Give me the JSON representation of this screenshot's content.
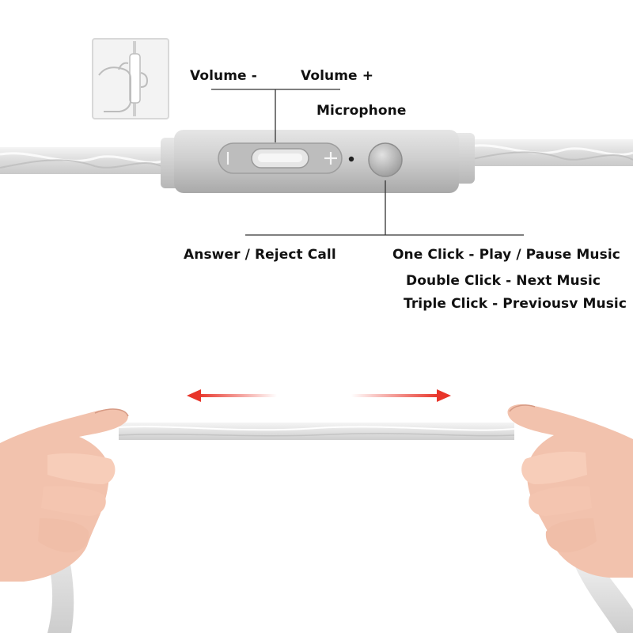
{
  "labels": {
    "volume_minus": "Volume -",
    "volume_plus": "Volume +",
    "microphone": "Microphone",
    "answer_reject": "Answer / Reject Call",
    "one_click": "One Click - Play / Pause Music",
    "double_click": "Double Click - Next Music",
    "triple_click": "Triple Click - Previousv Music"
  },
  "icons": {
    "thumbnail": "hand-holding-remote-icon",
    "volume_down_symbol": "minus-icon",
    "volume_up_symbol": "plus-icon",
    "microphone_hole": "microphone-icon",
    "stretch_left": "arrow-left-icon",
    "stretch_right": "arrow-right-icon"
  },
  "colors": {
    "arrow": "#e8352a",
    "cable": "#e4e4e4",
    "remote": "#c9c9c9",
    "skin": "#f2c2ad"
  }
}
